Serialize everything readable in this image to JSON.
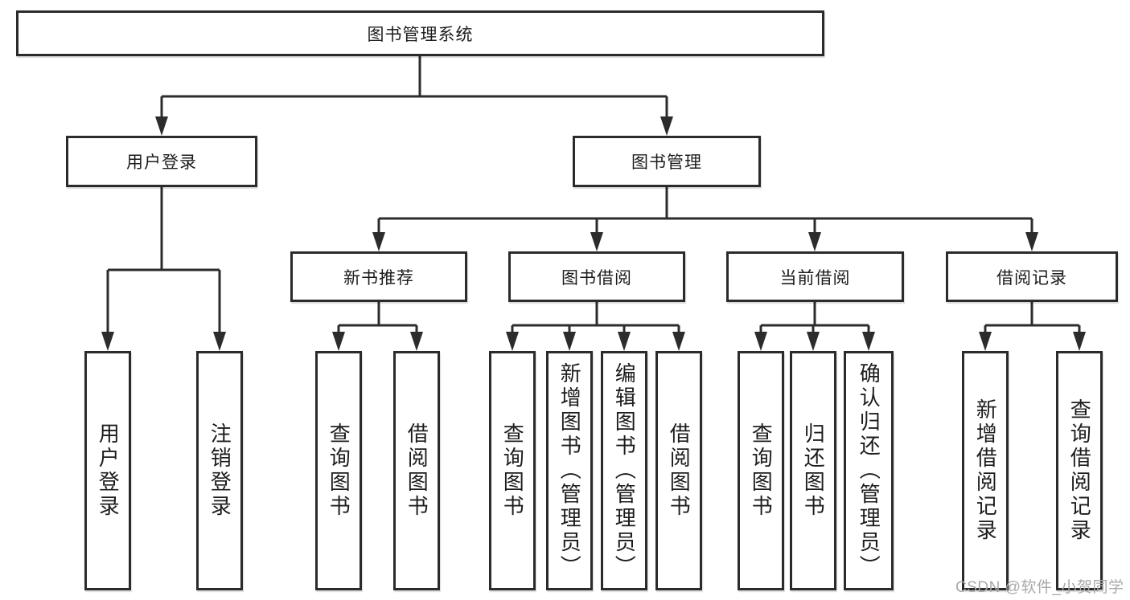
{
  "diagram": {
    "root": {
      "label": "图书管理系统"
    },
    "level2": {
      "user_login": {
        "label": "用户登录"
      },
      "book_management": {
        "label": "图书管理"
      }
    },
    "level3": {
      "new_book_recommend": {
        "label": "新书推荐"
      },
      "book_borrow": {
        "label": "图书借阅"
      },
      "current_borrow": {
        "label": "当前借阅"
      },
      "borrow_records": {
        "label": "借阅记录"
      }
    },
    "level4": {
      "user_login": [
        "用户登录",
        "注销登录"
      ],
      "new_book_recommend": [
        "查询图书",
        "借阅图书"
      ],
      "book_borrow": [
        "查询图书",
        "新增图书（管理员）",
        "编辑图书（管理员）",
        "借阅图书"
      ],
      "current_borrow": [
        "查询图书",
        "归还图书",
        "确认归还（管理员）"
      ],
      "borrow_records": [
        "新增借阅记录",
        "查询借阅记录"
      ]
    }
  },
  "watermark": {
    "text": "CSDN @软件_小贺同学"
  },
  "colors": {
    "line": "#2c2c2c",
    "border": "#2b2b2b",
    "text": "#1c1c1c",
    "watermark": "#a9a9a9",
    "background": "#ffffff"
  }
}
